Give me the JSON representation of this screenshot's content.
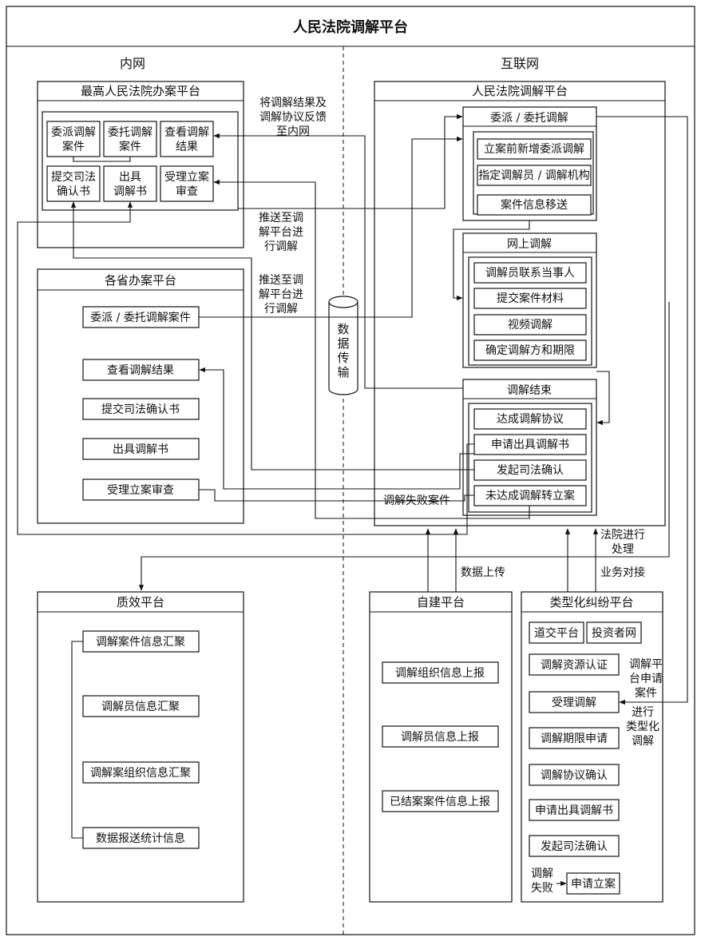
{
  "title": "人民法院调解平台",
  "sides": {
    "left": "内网",
    "right": "互联网"
  },
  "supreme": {
    "title": "最高人民法院办案平台",
    "items": [
      [
        "委派调解",
        "案件"
      ],
      [
        "委托调解",
        "案件"
      ],
      [
        "查看调解",
        "结果"
      ],
      [
        "提交司法",
        "确认书"
      ],
      [
        "出具",
        "调解书"
      ],
      [
        "受理立案",
        "审查"
      ]
    ]
  },
  "province": {
    "title": "各省办案平台",
    "items": [
      "委派 / 委托调解案件",
      "查看调解结果",
      "提交司法确认书",
      "出具调解书",
      "受理立案审查"
    ]
  },
  "quality": {
    "title": "质效平台",
    "items": [
      "调解案件信息汇聚",
      "调解员信息汇聚",
      "调解案组织信息汇聚",
      "数据报送统计信息"
    ]
  },
  "court": {
    "title": "人民法院调解平台",
    "groups": [
      {
        "title": "委派 / 委托调解",
        "items": [
          "立案前新增委派调解",
          "指定调解员 / 调解机构",
          "案件信息移送"
        ]
      },
      {
        "title": "网上调解",
        "items": [
          "调解员联系当事人",
          "提交案件材料",
          "视频调解",
          "确定调解方和期限"
        ]
      },
      {
        "title": "调解结束",
        "items": [
          "达成调解协议",
          "申请出具调解书",
          "发起司法确认",
          "未达成调解转立案"
        ]
      }
    ]
  },
  "selfbuilt": {
    "title": "自建平台",
    "items": [
      "调解组织信息上报",
      "调解员信息上报",
      "已结案案件信息上报"
    ]
  },
  "typed": {
    "title": "类型化纠纷平台",
    "top": [
      "道交平台",
      "投资者网"
    ],
    "items": [
      "调解资源认证",
      "受理调解",
      "调解期限申请",
      "调解协议确认",
      "申请出具调解书",
      "发起司法确认"
    ],
    "fail_label": [
      "调解",
      "失败"
    ],
    "fail_target": "申请立案"
  },
  "db_label": [
    "数",
    "据",
    "传",
    "输"
  ],
  "annotations": {
    "feedback": [
      "将调解结果及",
      "调解协议反馈",
      "至内网"
    ],
    "push1": [
      "推送至调",
      "解平台进",
      "行调解"
    ],
    "push2": [
      "推送至调",
      "解平台进",
      "行调解"
    ],
    "fail_case": "调解失败案件",
    "court_process": [
      "法院进行",
      "处理"
    ],
    "data_upload": "数据上传",
    "biz": "业务对接",
    "apply": [
      "调解平",
      "台申请",
      "案件"
    ],
    "typed_mediate": [
      "进行",
      "类型化",
      "调解"
    ]
  }
}
